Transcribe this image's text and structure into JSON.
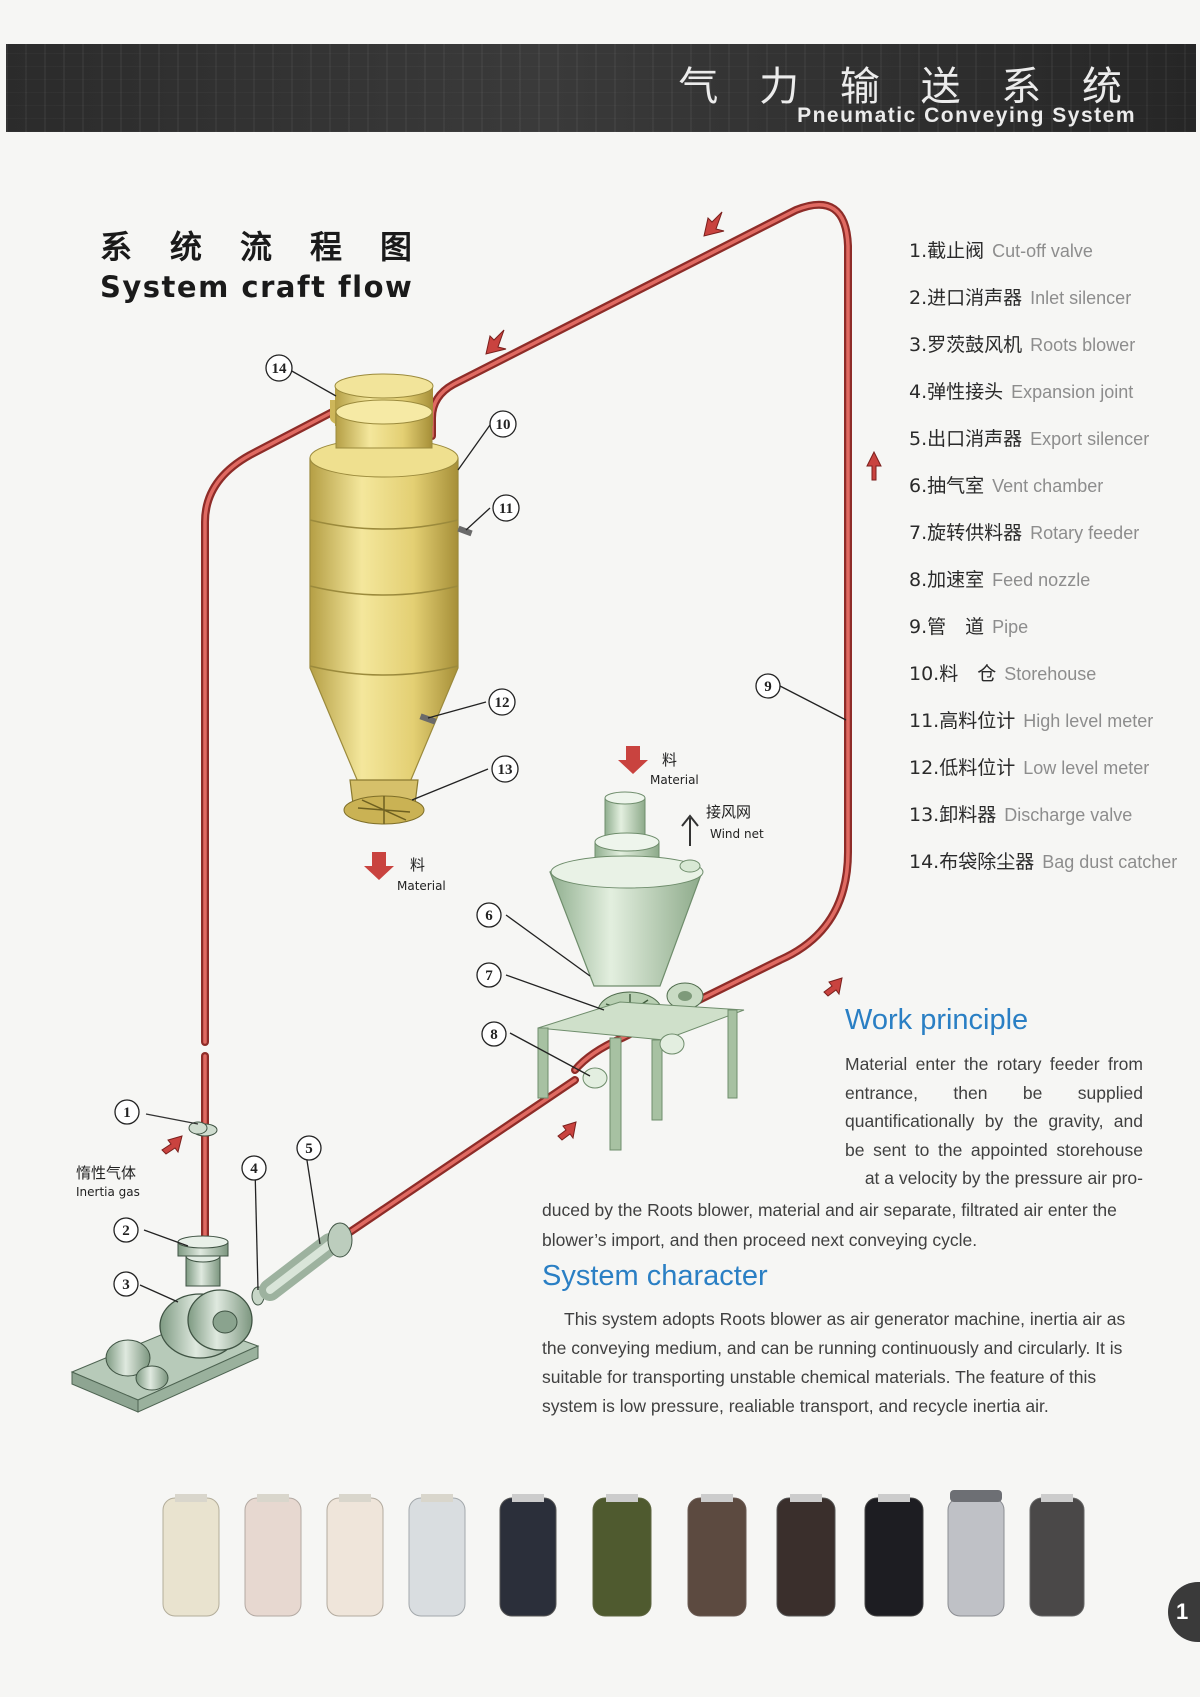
{
  "header": {
    "title_cn": "气 力 输 送 系 统",
    "title_en": "Pneumatic Conveying System"
  },
  "flow": {
    "title_cn": "系统流程图",
    "title_en": "System craft flow"
  },
  "legend": [
    {
      "label_cn": "1.截止阀",
      "label_en": "Cut-off valve"
    },
    {
      "label_cn": "2.进口消声器",
      "label_en": "Inlet silencer"
    },
    {
      "label_cn": "3.罗茨鼓风机",
      "label_en": "Roots blower"
    },
    {
      "label_cn": "4.弹性接头",
      "label_en": "Expansion joint"
    },
    {
      "label_cn": "5.出口消声器",
      "label_en": "Export silencer"
    },
    {
      "label_cn": "6.抽气室",
      "label_en": "Vent chamber"
    },
    {
      "label_cn": "7.旋转供料器",
      "label_en": "Rotary feeder"
    },
    {
      "label_cn": "8.加速室",
      "label_en": "Feed nozzle"
    },
    {
      "label_cn": "9.管　道",
      "label_en": "Pipe"
    },
    {
      "label_cn": "10.料　仓",
      "label_en": "Storehouse"
    },
    {
      "label_cn": "11.高料位计",
      "label_en": "High level meter"
    },
    {
      "label_cn": "12.低料位计",
      "label_en": "Low level meter"
    },
    {
      "label_cn": "13.卸料器",
      "label_en": "Discharge valve"
    },
    {
      "label_cn": "14.布袋除尘器",
      "label_en": "Bag dust catcher"
    }
  ],
  "diagram": {
    "callouts": [
      "1",
      "2",
      "3",
      "4",
      "5",
      "6",
      "7",
      "8",
      "9",
      "10",
      "11",
      "12",
      "13",
      "14"
    ],
    "material_cn": "料",
    "material_en": "Material",
    "wind_cn": "接风网",
    "wind_en": "Wind net",
    "inertia_cn": "惰性气体",
    "inertia_en": "Inertia gas"
  },
  "work": {
    "heading": "Work principle",
    "text_part1": "Material enter the rotary feeder from entrance, then be supplied quantificationally by the gravity, and be sent to the appointed storehouse at a velocity by the pressure air pro-",
    "text_part2": "duced by the Roots blower, material and air separate, filtrated air enter the blower’s import, and then proceed next conveying cycle."
  },
  "system": {
    "heading": "System character",
    "text": "This system adopts Roots blower as air generator machine, inertia air as the conveying medium, and can be running continuously and circularly. It is suitable for transporting unstable chemical materials. The feature of this system is low pressure, realiable transport, and recycle inertia air."
  },
  "page_number": "1",
  "colors": {
    "pipe": "#c9433f",
    "silo": "#e6d27a",
    "feeder": "#c7dbbf",
    "blower": "#c4d6c6",
    "heading_blue": "#2a7fc4",
    "banner": "#2e2e2e"
  }
}
